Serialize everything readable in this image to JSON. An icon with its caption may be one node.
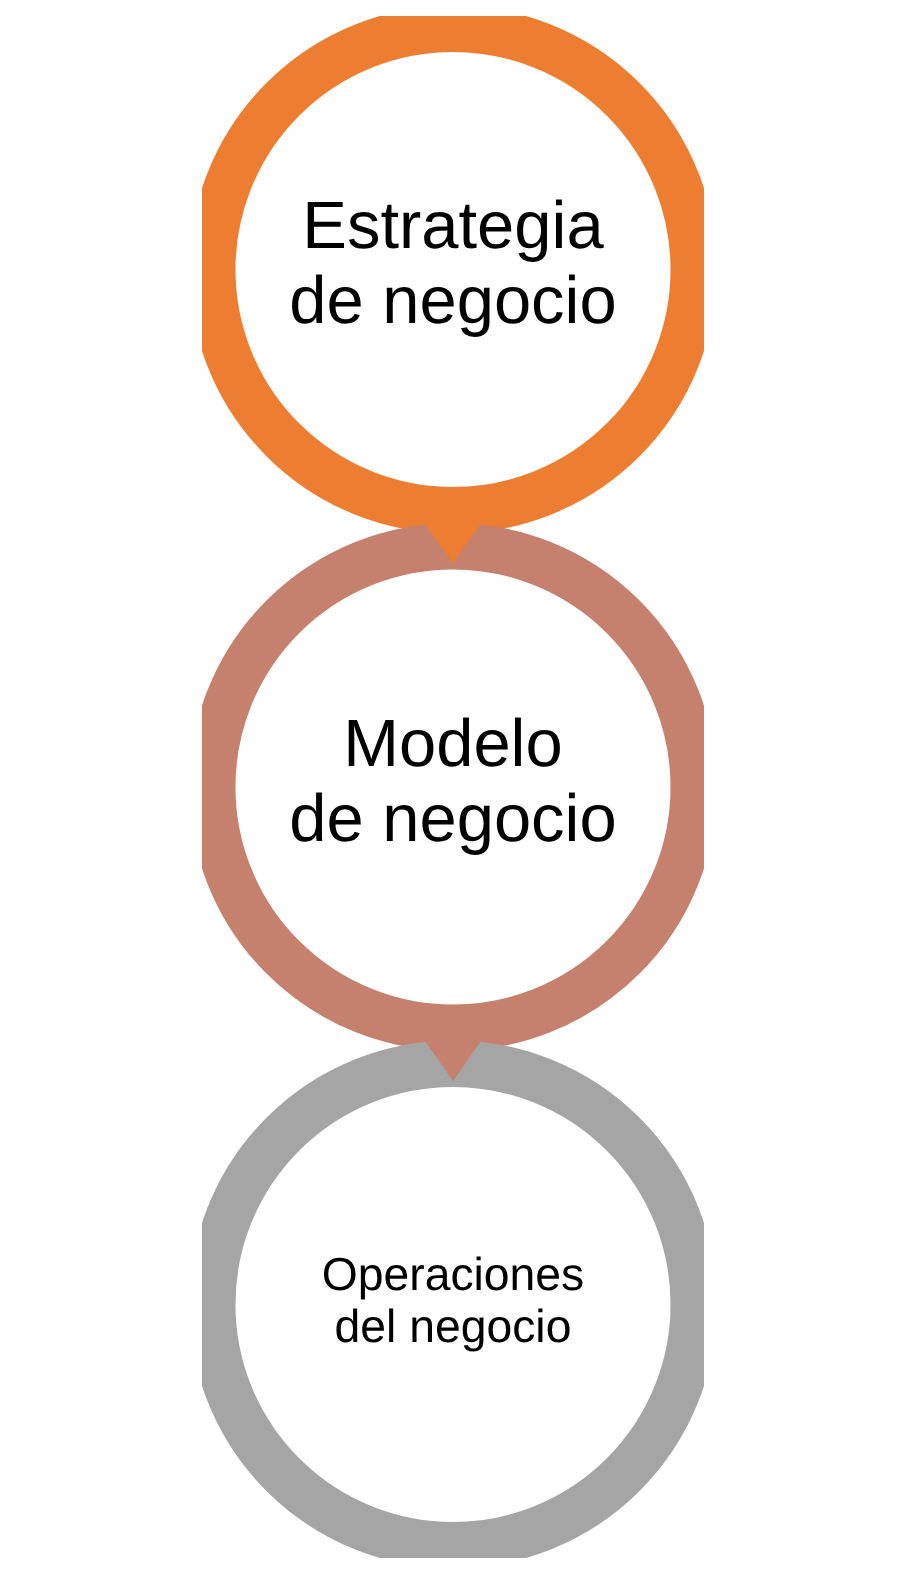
{
  "diagram": {
    "nodes": [
      {
        "text": [
          "Estrategia de negocio"
        ]
      },
      {
        "text": [
          "Modelo de negocio"
        ]
      },
      {
        "text": [
          "Operaciones del negocio"
        ]
      }
    ],
    "edges": [
      {
        "from": 0,
        "to": 1,
        "arrow": "to",
        "style": "thick",
        "color": "#ed7d31"
      },
      {
        "from": 1,
        "to": 2,
        "arrow": "to",
        "style": "thick",
        "color": "#c5806e"
      }
    ]
  }
}
